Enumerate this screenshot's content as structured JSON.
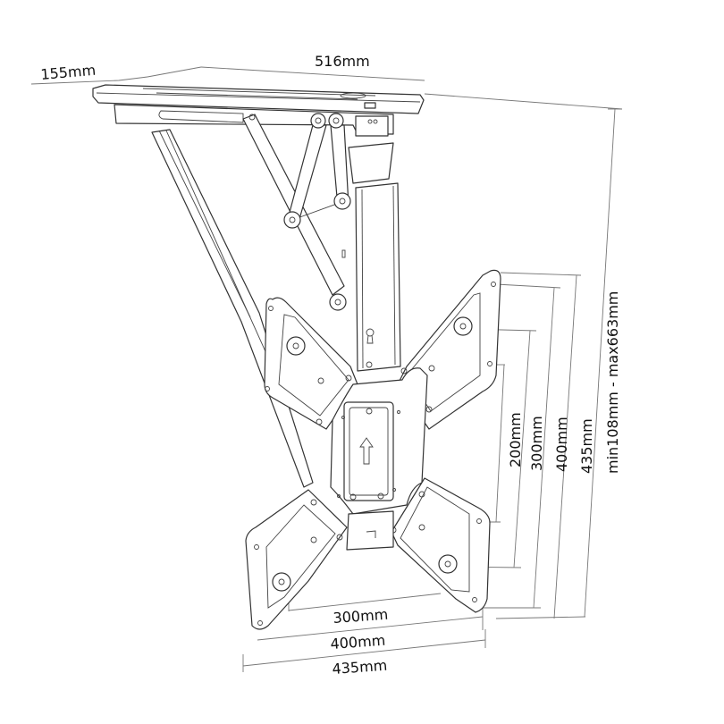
{
  "diagram": {
    "subject": "Ceiling TV mount (flip-down)",
    "colors": {
      "line": "#333333",
      "dimension_line": "#777777",
      "text": "#111111",
      "background": "#ffffff"
    },
    "dimensions": {
      "depth": "155mm",
      "width": "516mm",
      "vesa_h_300": "300mm",
      "vesa_h_400": "400mm",
      "plate_width": "435mm",
      "vesa_v_200": "200mm",
      "vesa_v_300": "300mm",
      "vesa_v_400": "400mm",
      "plate_height": "435mm",
      "drop_range": "min108mm - max663mm"
    },
    "features": {
      "arrow": "up-arrow"
    }
  }
}
